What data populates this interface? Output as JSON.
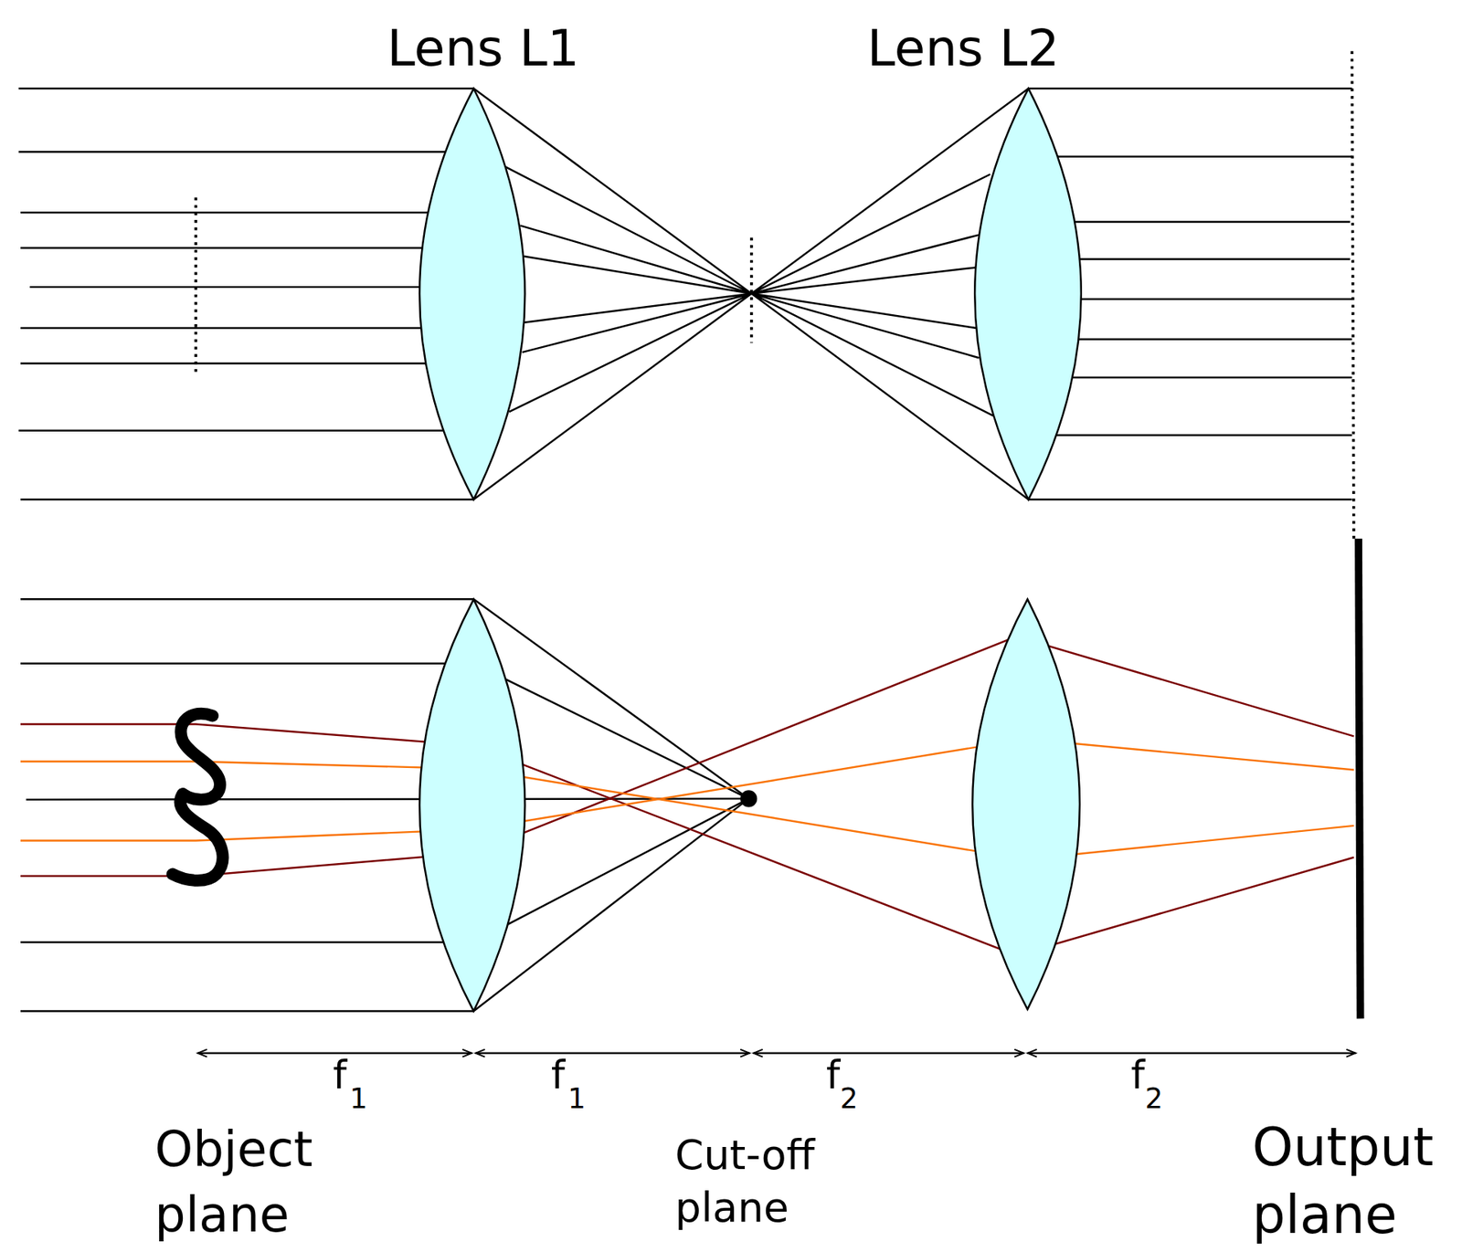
{
  "diagram": {
    "labels": [
      "Lens L1",
      "Lens L2",
      "f",
      "1",
      "f",
      "1",
      "f",
      "2",
      "f",
      "2",
      "Object plane",
      "Cut-off plane",
      "Output plane"
    ]
  }
}
